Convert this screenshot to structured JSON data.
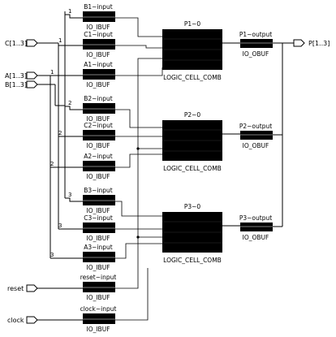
{
  "inputs": {
    "c": "C[1..3]",
    "a": "A[1..3]",
    "b": "B[1..3]",
    "reset": "reset",
    "clock": "clock"
  },
  "output": "P[1..3]",
  "ibufs": [
    {
      "name": "B1~input",
      "type": "IO_IBUF"
    },
    {
      "name": "C1~input",
      "type": "IO_IBUF"
    },
    {
      "name": "A1~input",
      "type": "IO_IBUF"
    },
    {
      "name": "B2~input",
      "type": "IO_IBUF"
    },
    {
      "name": "C2~input",
      "type": "IO_IBUF"
    },
    {
      "name": "A2~input",
      "type": "IO_IBUF"
    },
    {
      "name": "B3~input",
      "type": "IO_IBUF"
    },
    {
      "name": "C3~input",
      "type": "IO_IBUF"
    },
    {
      "name": "A3~input",
      "type": "IO_IBUF"
    },
    {
      "name": "reset~input",
      "type": "IO_IBUF"
    },
    {
      "name": "clock~input",
      "type": "IO_IBUF"
    }
  ],
  "cells": [
    {
      "name": "P1~0",
      "type": "LOGIC_CELL_COMB"
    },
    {
      "name": "P2~0",
      "type": "LOGIC_CELL_COMB"
    },
    {
      "name": "P3~0",
      "type": "LOGIC_CELL_COMB"
    }
  ],
  "obufs": [
    {
      "name": "P1~output",
      "type": "IO_OBUF"
    },
    {
      "name": "P2~output",
      "type": "IO_OBUF"
    },
    {
      "name": "P3~output",
      "type": "IO_OBUF"
    }
  ],
  "bus_indices": {
    "b": [
      "1",
      "2",
      "3"
    ],
    "c": [
      "1",
      "2",
      "3"
    ],
    "a": [
      "1",
      "2",
      "3"
    ]
  }
}
